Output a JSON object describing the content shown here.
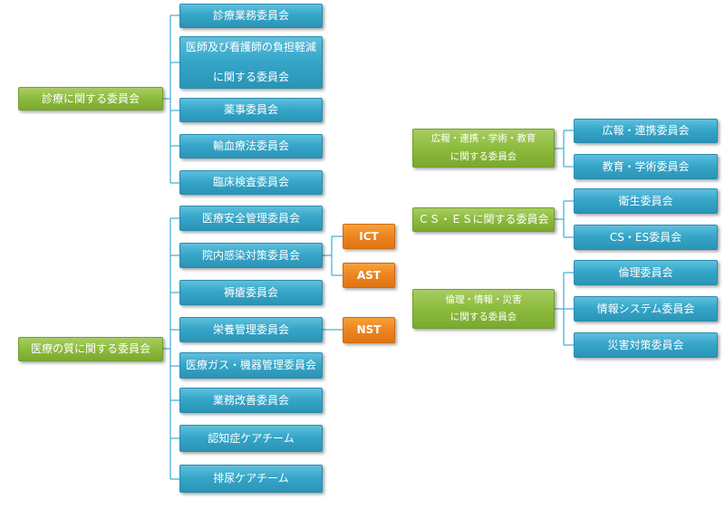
{
  "group1": {
    "parent": "診療に関する委員会",
    "children": [
      "診療業務委員会",
      "医師及び看護師の負担軽減",
      "に関する委員会",
      "薬事委員会",
      "輸血療法委員会",
      "臨床検査委員会"
    ]
  },
  "group2": {
    "parent": "医療の質に関する委員会",
    "children": [
      "医療安全管理委員会",
      "院内感染対策委員会",
      "褥瘡委員会",
      "栄養管理委員会",
      "医療ガス・機器管理委員会",
      "業務改善委員会",
      "認知症ケアチーム",
      "排尿ケアチーム"
    ],
    "teams": [
      "ICT",
      "AST",
      "NST"
    ]
  },
  "group3": {
    "parent_line1": "広報・連携・学術・教育",
    "parent_line2": "に関する委員会",
    "children": [
      "広報・連携委員会",
      "教育・学術委員会"
    ]
  },
  "group4": {
    "parent": "ＣＳ・ＥＳに関する委員会",
    "children": [
      "衛生委員会",
      "CS・ES委員会"
    ]
  },
  "group5": {
    "parent_line1": "倫理・情報・災害",
    "parent_line2": "に関する委員会",
    "children": [
      "倫理委員会",
      "情報システム委員会",
      "災害対策委員会"
    ]
  },
  "colors": {
    "child_box": "#36a6c9",
    "parent_box": "#8cbb3d",
    "team_box": "#ec8420",
    "connector": "#4bb3d4"
  }
}
